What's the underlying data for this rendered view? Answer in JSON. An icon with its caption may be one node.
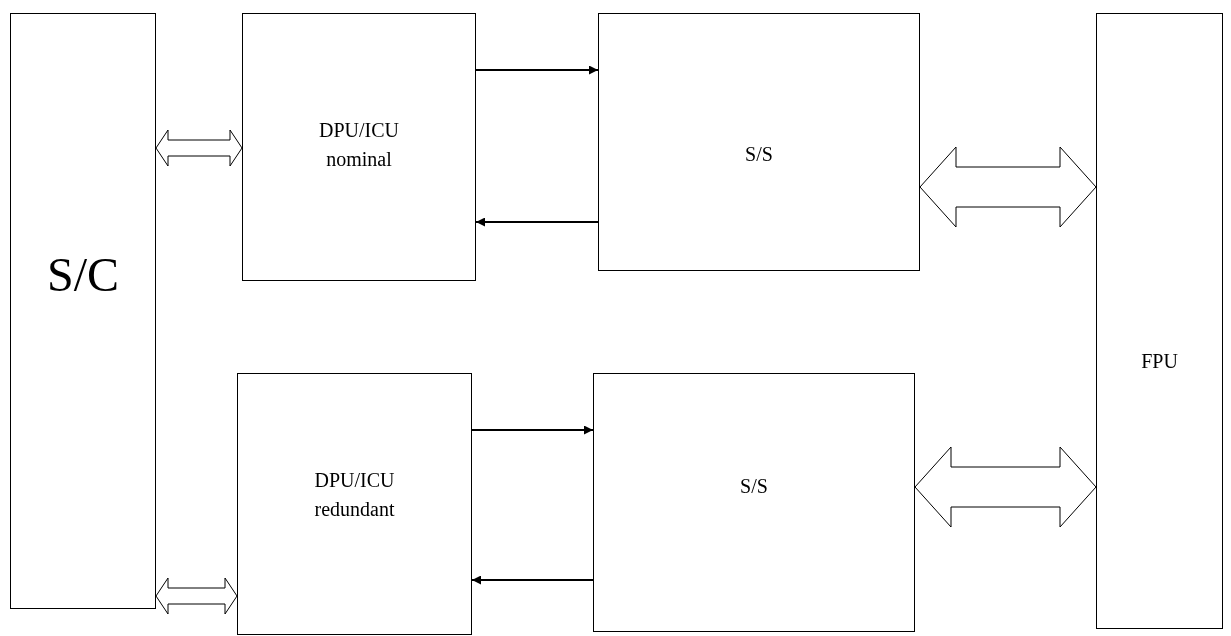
{
  "diagram": {
    "nodes": [
      {
        "text": [
          "S/C"
        ]
      },
      {
        "text": [
          "DPU/ICU nominal"
        ]
      },
      {
        "text": [
          "S/S"
        ]
      },
      {
        "text": [
          "FPU"
        ]
      },
      {
        "text": [
          "DPU/ICU redundant"
        ]
      },
      {
        "text": [
          "S/S"
        ]
      }
    ],
    "edges": [
      {
        "from": 0,
        "to": 1,
        "arrow": "both",
        "style": "thick"
      },
      {
        "from": 1,
        "to": 2,
        "arrow": "to"
      },
      {
        "from": 2,
        "to": 1,
        "arrow": "to"
      },
      {
        "from": 2,
        "to": 3,
        "arrow": "both",
        "style": "thick"
      },
      {
        "from": 0,
        "to": 4,
        "arrow": "both",
        "style": "thick"
      },
      {
        "from": 4,
        "to": 5,
        "arrow": "to"
      },
      {
        "from": 5,
        "to": 4,
        "arrow": "to"
      },
      {
        "from": 5,
        "to": 3,
        "arrow": "both",
        "style": "thick"
      }
    ]
  }
}
